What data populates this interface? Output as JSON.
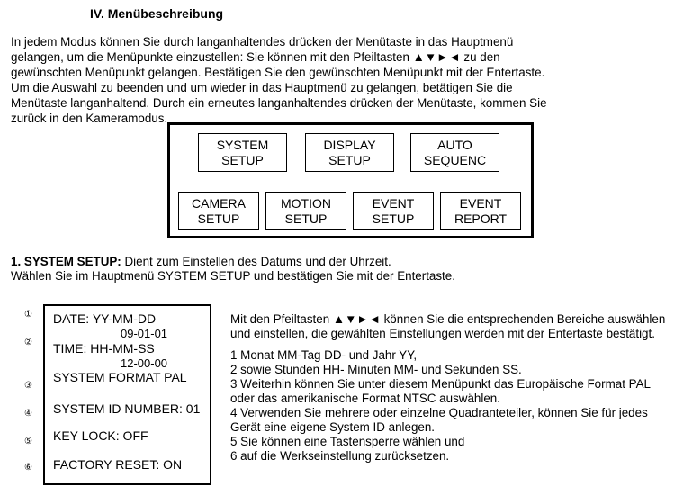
{
  "heading": "IV. Menübeschreibung",
  "intro_lines": [
    "In jedem Modus können Sie durch langanhaltendes drücken der Menütaste in das Hauptmenü",
    "gelangen, um die Menüpunkte einzustellen: Sie können mit den Pfeiltasten ▲▼►◄ zu den",
    "gewünschten Menüpunkt gelangen. Bestätigen Sie den gewünschten Menüpunkt mit der Entertaste.",
    "Um die Auswahl zu beenden und um wieder in das Hauptmenü zu gelangen, betätigen Sie die",
    "Menütaste langanhaltend. Durch ein erneutes langanhaltendes drücken der Menütaste, kommen Sie",
    "zurück in den Kameramodus."
  ],
  "main_menu": {
    "row1": [
      {
        "line1": "SYSTEM",
        "line2": "SETUP"
      },
      {
        "line1": "DISPLAY",
        "line2": "SETUP"
      },
      {
        "line1": "AUTO",
        "line2": "SEQUENC"
      }
    ],
    "row2": [
      {
        "line1": "CAMERA",
        "line2": "SETUP"
      },
      {
        "line1": "MOTION",
        "line2": "SETUP"
      },
      {
        "line1": "EVENT",
        "line2": "SETUP"
      },
      {
        "line1": "EVENT",
        "line2": "REPORT"
      }
    ]
  },
  "section": {
    "title": "1. SYSTEM SETUP:",
    "title_rest": " Dient zum Einstellen des Datums und der Uhrzeit.",
    "line2": "Wählen Sie im Hauptmenü SYSTEM SETUP und bestätigen Sie mit der Entertaste."
  },
  "markers": [
    "①",
    "②",
    "③",
    "④",
    "⑤",
    "⑥"
  ],
  "osd": {
    "date_label": "DATE: YY-MM-DD",
    "date_value": "09-01-01",
    "time_label": "TIME:  HH-MM-SS",
    "time_value": "12-00-00",
    "system_format": "SYSTEM FORMAT PAL",
    "system_id": "SYSTEM ID NUMBER: 01",
    "key_lock": "KEY LOCK: OFF",
    "factory_reset": "FACTORY RESET: ON"
  },
  "description": {
    "intro_lines": [
      "Mit den Pfeiltasten ▲▼►◄ können Sie die entsprechenden Bereiche auswählen",
      "und einstellen, die gewählten Einstellungen werden mit der Entertaste bestätigt."
    ],
    "items": [
      "1 Monat MM-Tag DD- und Jahr YY,",
      "2 sowie Stunden HH- Minuten MM- und Sekunden SS.",
      "3 Weiterhin können Sie unter diesem Menüpunkt das   Europäische Format PAL",
      "oder das amerikanische Format NTSC auswählen.",
      "4 Verwenden Sie mehrere oder einzelne Quadranteteiler, können Sie für jedes",
      "Gerät eine eigene System ID anlegen.",
      "5 Sie können eine Tastensperre wählen und",
      "6 auf die Werkseinstellung zurücksetzen."
    ]
  }
}
